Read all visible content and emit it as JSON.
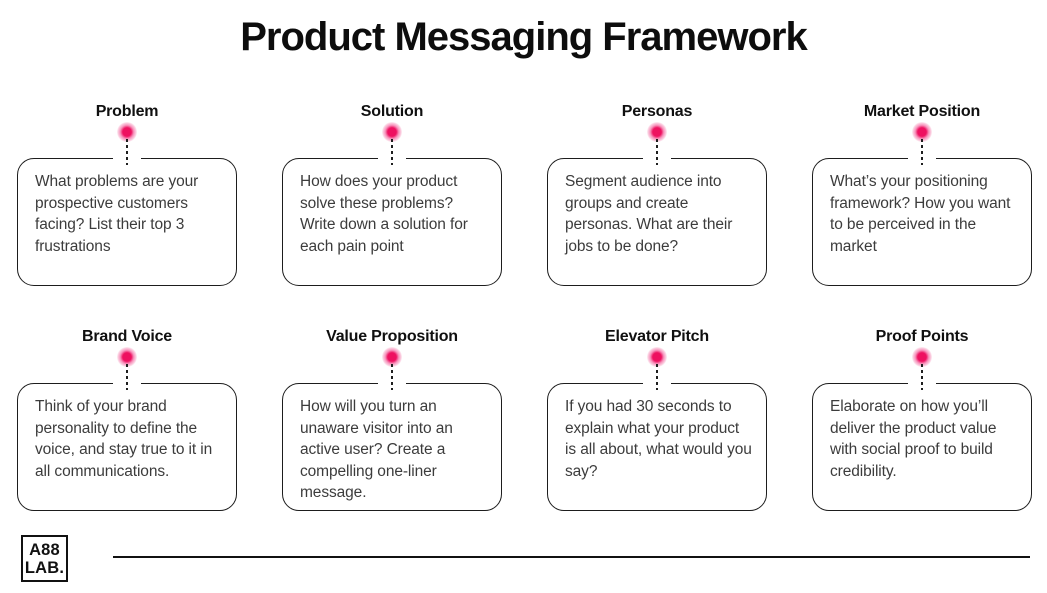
{
  "header": {
    "title": "Product Messaging Framework"
  },
  "colors": {
    "pin_core": "#ee1160",
    "pin_halo": "#f79dc1",
    "box_border": "#1d1d1d",
    "body_text": "#3c3c3c",
    "title_text": "#0d0d0d"
  },
  "cards": [
    {
      "title": "Problem",
      "body": "What problems are your prospective customers facing? List their top 3 frustrations"
    },
    {
      "title": "Solution",
      "body": "How does your product solve these problems? Write down a solution for each pain point"
    },
    {
      "title": "Personas",
      "body": "Segment audience into groups and create personas. What are their jobs to be done?"
    },
    {
      "title": "Market Position",
      "body": "What’s your positioning framework? How you want to be perceived in the market"
    },
    {
      "title": "Brand Voice",
      "body": "Think of your brand personality to define the voice, and stay true to it in all communications."
    },
    {
      "title": "Value Proposition",
      "body": "How will you turn an unaware visitor into an active user? Create a compelling one-liner message."
    },
    {
      "title": "Elevator Pitch",
      "body": "If you had 30 seconds to explain what your product is all about, what would you say?"
    },
    {
      "title": "Proof Points",
      "body": "Elaborate on how you’ll deliver the product value with social proof to build credibility."
    }
  ],
  "footer": {
    "logo_line1": "A88",
    "logo_line2": "LAB."
  }
}
